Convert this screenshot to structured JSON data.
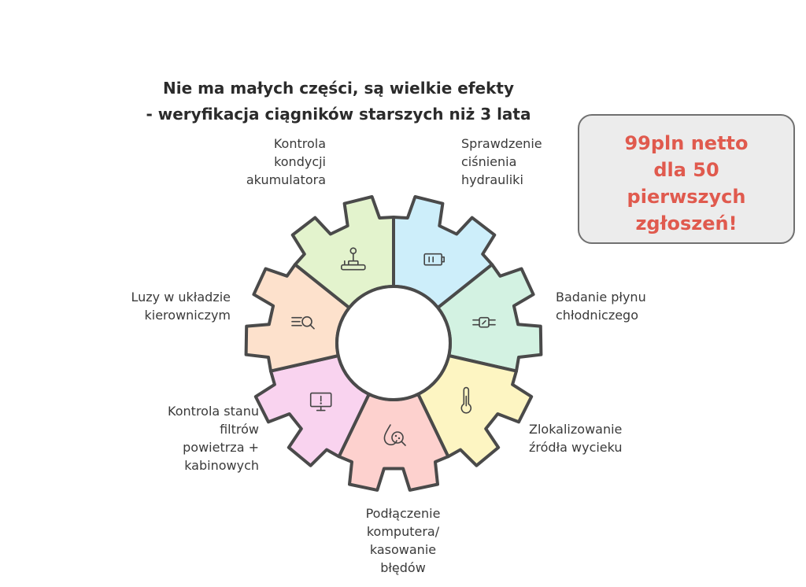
{
  "title_lines": [
    "Nie ma małych części, są wielkie efekty",
    "- weryfikacja ciągników starszych niż 3 lata"
  ],
  "promo_lines": [
    "99pln netto",
    "dla 50",
    "pierwszych",
    "zgłoszeń!"
  ],
  "colors": {
    "accent": "#e05a4e",
    "promo_bg": "#ececec",
    "segments": [
      "#cdeefa",
      "#d3f2e2",
      "#fdf5c2",
      "#fdd1ce",
      "#f9d3ef",
      "#fde1cc",
      "#e3f3cd"
    ]
  },
  "segments": [
    {
      "icon": "battery-icon",
      "label_lines": [
        "Kontrola",
        "kondycji",
        "akumulatora"
      ]
    },
    {
      "icon": "pressure-gauge-icon",
      "label_lines": [
        "Sprawdzenie",
        "ciśnienia",
        "hydrauliki"
      ]
    },
    {
      "icon": "thermometer-icon",
      "label_lines": [
        "Badanie płynu",
        "chłodniczego"
      ]
    },
    {
      "icon": "leak-search-icon",
      "label_lines": [
        "Zlokalizowanie",
        "źródła wycieku"
      ]
    },
    {
      "icon": "computer-monitor-icon",
      "label_lines": [
        "Podłączenie",
        "komputera/",
        "kasowanie",
        "błędów"
      ]
    },
    {
      "icon": "air-filter-search-icon",
      "label_lines": [
        "Kontrola stanu",
        "filtrów",
        "powietrza +",
        "kabinowych"
      ]
    },
    {
      "icon": "joystick-steering-icon",
      "label_lines": [
        "Luzy w układzie",
        "kierowniczym"
      ]
    }
  ]
}
